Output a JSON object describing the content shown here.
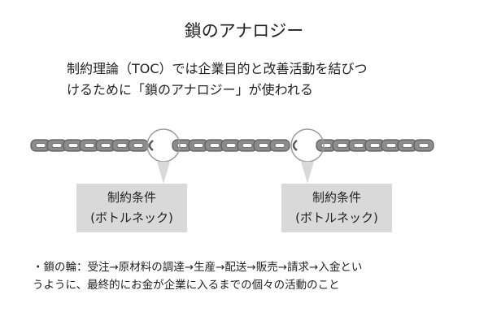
{
  "title": "鎖のアナロジー",
  "intro": {
    "line1": "制約理論（TOC）では企業目的と改善活動を結びつ",
    "line2": "けるために「鎖のアナロジー」が使われる"
  },
  "callouts": [
    {
      "line1": "制約条件",
      "line2": "(ボトルネック)"
    },
    {
      "line1": "制約条件",
      "line2": "(ボトルネック)"
    }
  ],
  "note": {
    "line1": "・鎖の輪：受注→原材料の調達→生産→配送→販売→請求→入金とい",
    "line2": "うように、最終的にお金が企業に入るまでの個々の活動のこと"
  },
  "colors": {
    "link_fill": "#8c8c8c",
    "link_stroke": "#5a5a5a",
    "highlight_circle": "#9a9a9a",
    "callout_bg": "#d9d9d9"
  }
}
